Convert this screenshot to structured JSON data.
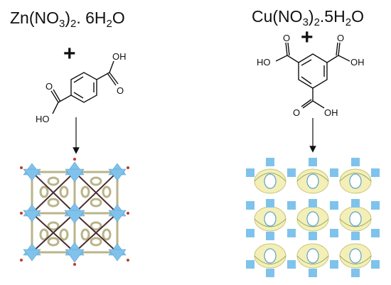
{
  "left": {
    "formula": {
      "base": "Zn(NO",
      "sub1": "3",
      "mid": ")",
      "sub2": "2",
      "dot": ". 6H",
      "sub3": "2",
      "end": "O"
    },
    "plus": "+",
    "linker_labels": {
      "oh_top": "OH",
      "o_right": "O",
      "o_left": "O",
      "ho_bottom": "HO"
    }
  },
  "right": {
    "formula": {
      "base": "Cu(NO",
      "sub1": "3",
      "mid": ")",
      "sub2": "2",
      "dot": ".5H",
      "sub3": "2",
      "end": "O"
    },
    "plus": "+",
    "linker_labels": {
      "ho_left": "HO",
      "oh_right": "OH",
      "oh_bottom": "OH",
      "o_left": "O",
      "o_right": "O",
      "o_bottom": "O"
    }
  },
  "colors": {
    "metal_node": "#7fc3ec",
    "organic_strut": "#b9b48a",
    "framework_edge": "#4a2e2e",
    "ring_fill": "#f3efb6"
  }
}
